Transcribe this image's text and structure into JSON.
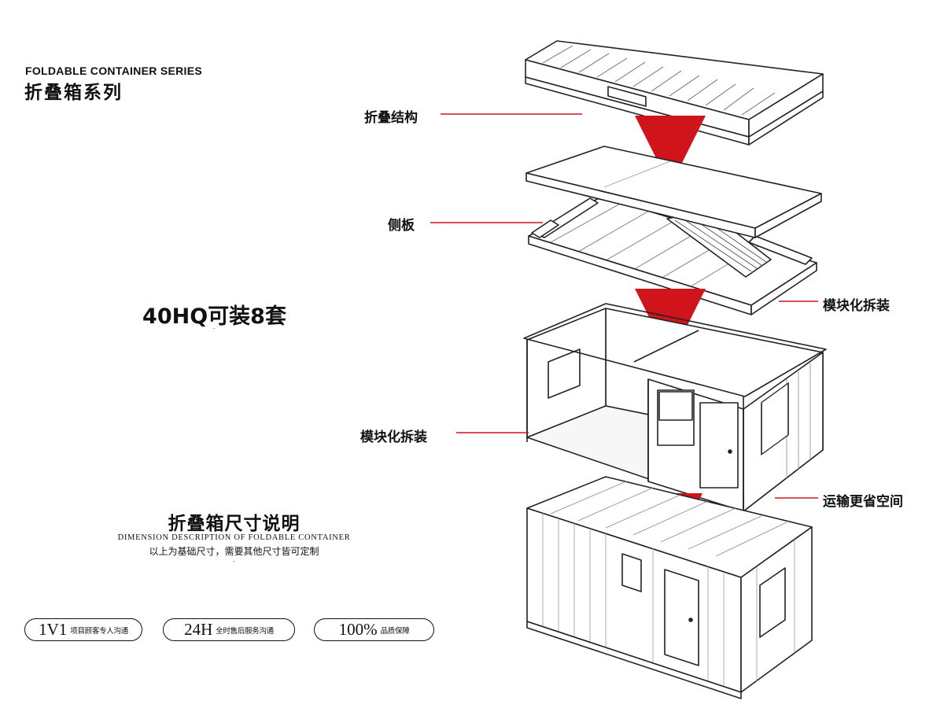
{
  "header": {
    "series_en": "FOLDABLE CONTAINER SERIES",
    "series_cn": "折叠箱系列"
  },
  "capacity": {
    "headline": "40HQ可装8套",
    "subline": "—"
  },
  "dimension": {
    "title": "折叠箱尺寸说明",
    "subtitle_en": "DIMENSION DESCRIPTION OF FOLDABLE CONTAINER",
    "note_cn": "以上为基础尺寸，需要其他尺寸皆可定制",
    "fine_print": "—"
  },
  "badges": [
    {
      "number": "1V1",
      "text": "项目顾客专人沟通"
    },
    {
      "number": "24H",
      "text": "全时售后服务沟通"
    },
    {
      "number": "100%",
      "text": "品质保障"
    }
  ],
  "callouts": {
    "fold_structure": "折叠结构",
    "side_panel": "侧板",
    "modular_right": "模块化拆装",
    "modular_left": "模块化拆装",
    "transport": "运输更省空间"
  },
  "colors": {
    "accent": "#d0141b",
    "line": "#222222",
    "text": "#111111"
  }
}
